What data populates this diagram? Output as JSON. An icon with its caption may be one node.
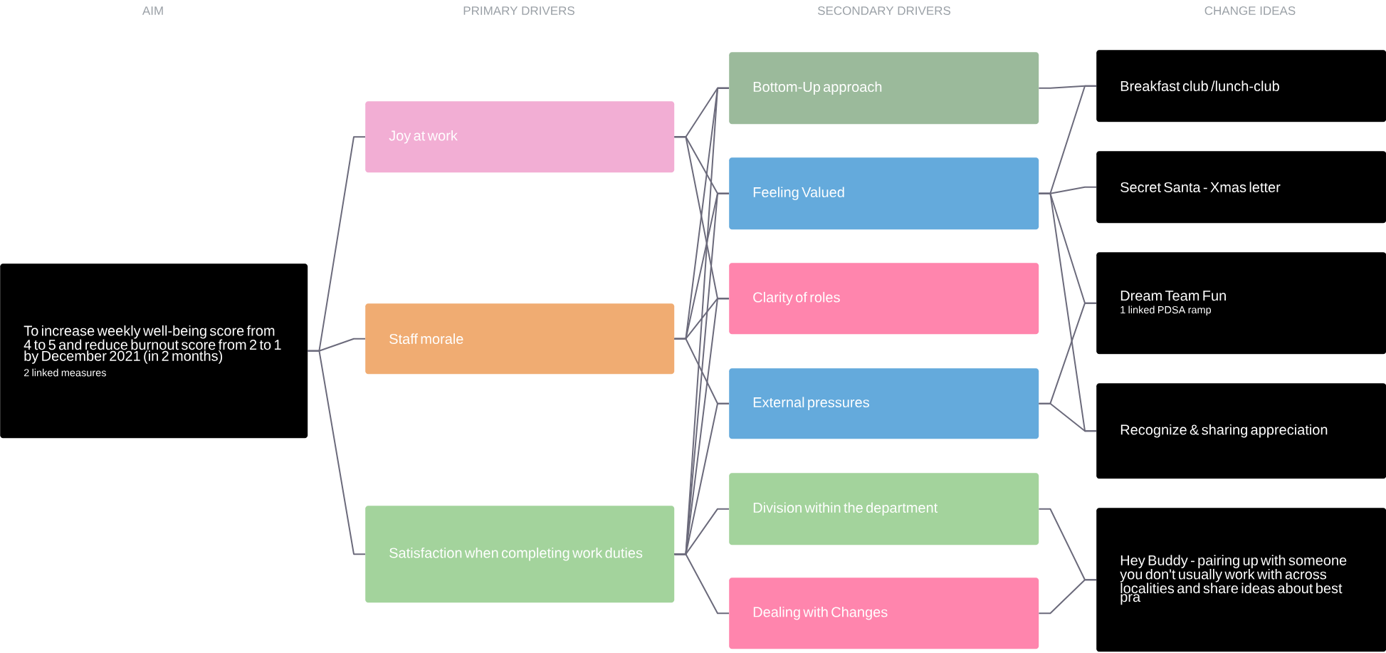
{
  "diagram": {
    "nodes": [
      {
        "text": [
          "To increase weekly well-being score from 4 to 5 and reduce burnout score from 2 to 1 by December 2021 (in 2 months)",
          "2 linked measures"
        ]
      },
      {
        "text": [
          "Joy at work"
        ]
      },
      {
        "text": [
          "Staff morale"
        ]
      },
      {
        "text": [
          "Satisfaction when completing work duties"
        ]
      },
      {
        "text": [
          "Bottom-Up approach"
        ]
      },
      {
        "text": [
          "Feeling Valued"
        ]
      },
      {
        "text": [
          "Clarity of roles"
        ]
      },
      {
        "text": [
          "External pressures"
        ]
      },
      {
        "text": [
          "Division within the department"
        ]
      },
      {
        "text": [
          "Dealing with Changes"
        ]
      },
      {
        "text": [
          "Breakfast club  /lunch-club"
        ]
      },
      {
        "text": [
          "Secret Santa - Xmas letter"
        ]
      },
      {
        "text": [
          "Dream Team Fun",
          "1 linked PDSA ramp"
        ]
      },
      {
        "text": [
          "Recognize & sharing appreciation"
        ]
      },
      {
        "text": [
          "Hey Buddy - pairing up with someone you don't usually work with across localities and share ideas about best pra"
        ]
      }
    ],
    "edges": [
      {
        "from": 0,
        "to": 1,
        "arrow": "none"
      },
      {
        "from": 0,
        "to": 2,
        "arrow": "none"
      },
      {
        "from": 0,
        "to": 3,
        "arrow": "none"
      },
      {
        "from": 1,
        "to": 4,
        "arrow": "none"
      },
      {
        "from": 1,
        "to": 5,
        "arrow": "none"
      },
      {
        "from": 1,
        "to": 6,
        "arrow": "none"
      },
      {
        "from": 2,
        "to": 4,
        "arrow": "none"
      },
      {
        "from": 2,
        "to": 5,
        "arrow": "none"
      },
      {
        "from": 2,
        "to": 6,
        "arrow": "none"
      },
      {
        "from": 2,
        "to": 7,
        "arrow": "none"
      },
      {
        "from": 3,
        "to": 4,
        "arrow": "none"
      },
      {
        "from": 3,
        "to": 5,
        "arrow": "none"
      },
      {
        "from": 3,
        "to": 6,
        "arrow": "none"
      },
      {
        "from": 3,
        "to": 7,
        "arrow": "none"
      },
      {
        "from": 3,
        "to": 8,
        "arrow": "none"
      },
      {
        "from": 3,
        "to": 9,
        "arrow": "none"
      },
      {
        "from": 4,
        "to": 10,
        "arrow": "none"
      },
      {
        "from": 5,
        "to": 10,
        "arrow": "none"
      },
      {
        "from": 5,
        "to": 11,
        "arrow": "none"
      },
      {
        "from": 5,
        "to": 12,
        "arrow": "none"
      },
      {
        "from": 5,
        "to": 13,
        "arrow": "none"
      },
      {
        "from": 7,
        "to": 12,
        "arrow": "none"
      },
      {
        "from": 7,
        "to": 13,
        "arrow": "none"
      },
      {
        "from": 8,
        "to": 14,
        "arrow": "none"
      },
      {
        "from": 9,
        "to": 14,
        "arrow": "none"
      }
    ],
    "labels": [
      "AIM",
      "PRIMARY DRIVERS",
      "SECONDARY DRIVERS",
      "CHANGE IDEAS"
    ]
  }
}
